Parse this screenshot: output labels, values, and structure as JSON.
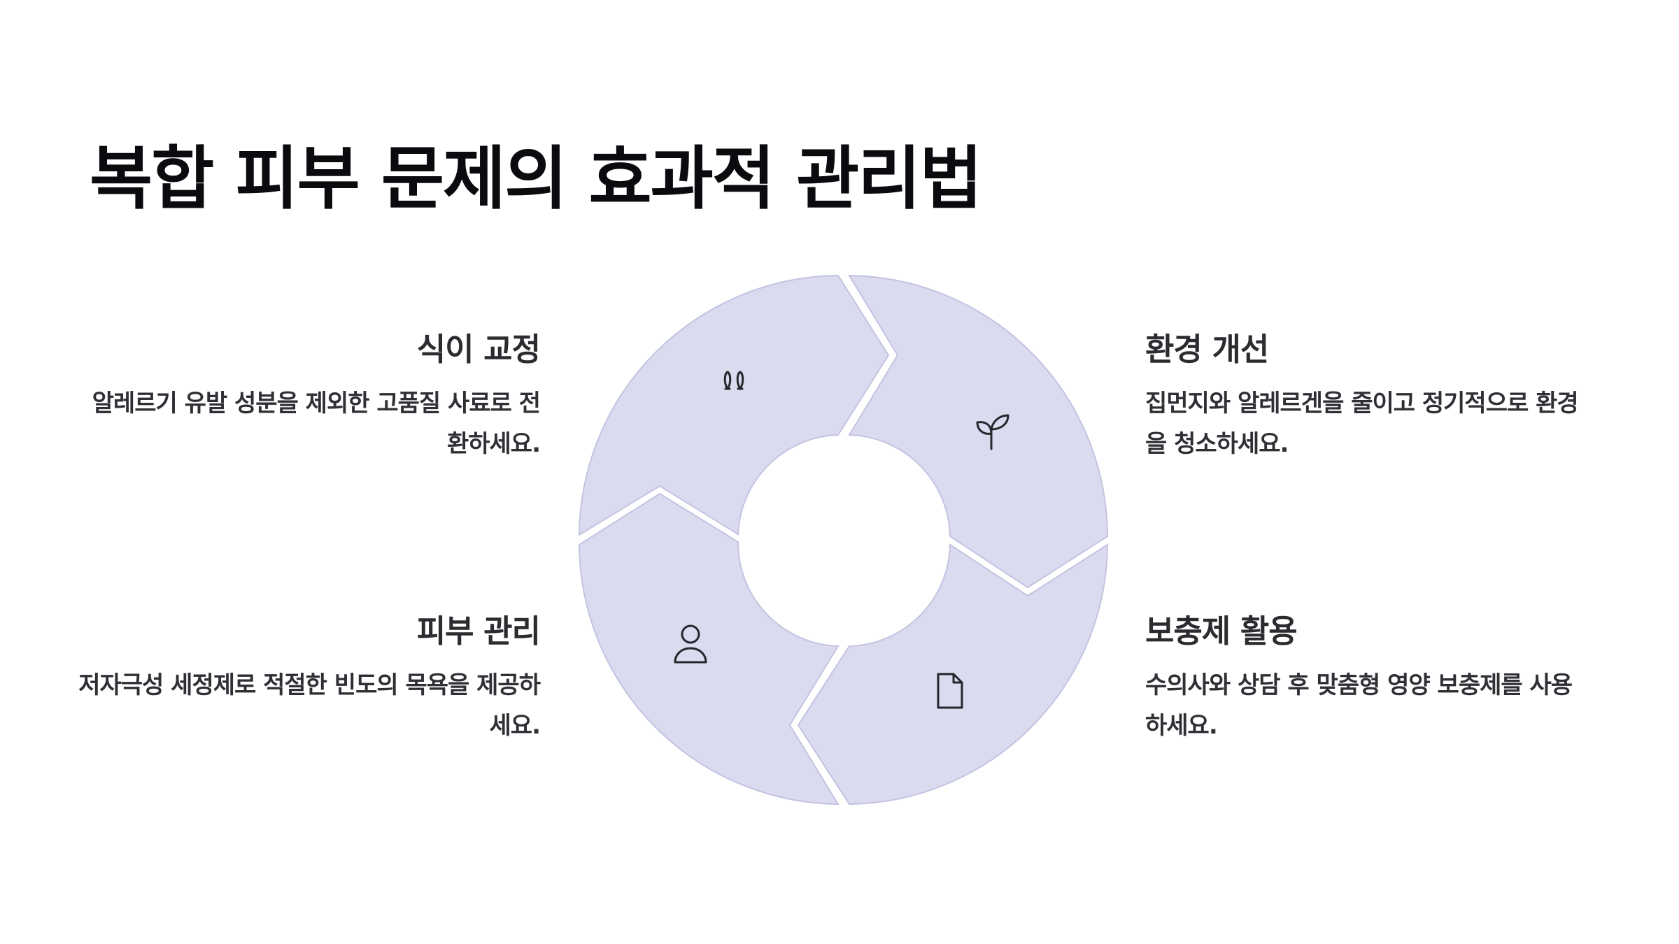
{
  "title": "복합 피부 문제의 효과적 관리법",
  "accent_color": "#dbdbf0",
  "segments": [
    {
      "position": "top-left",
      "icon": "footprints-icon",
      "heading": "식이 교정",
      "text": "알레르기 유발 성분을 제외한 고품질 사료로 전환하세요."
    },
    {
      "position": "top-right",
      "icon": "sprout-icon",
      "heading": "환경 개선",
      "text": "집먼지와 알레르겐을 줄이고 정기적으로 환경을 청소하세요."
    },
    {
      "position": "bottom-right",
      "icon": "document-icon",
      "heading": "보충제 활용",
      "text": "수의사와 상담 후 맞춤형 영양 보충제를 사용하세요."
    },
    {
      "position": "bottom-left",
      "icon": "user-icon",
      "heading": "피부 관리",
      "text": "저자극성 세정제로 적절한 빈도의 목욕을 제공하세요."
    }
  ]
}
